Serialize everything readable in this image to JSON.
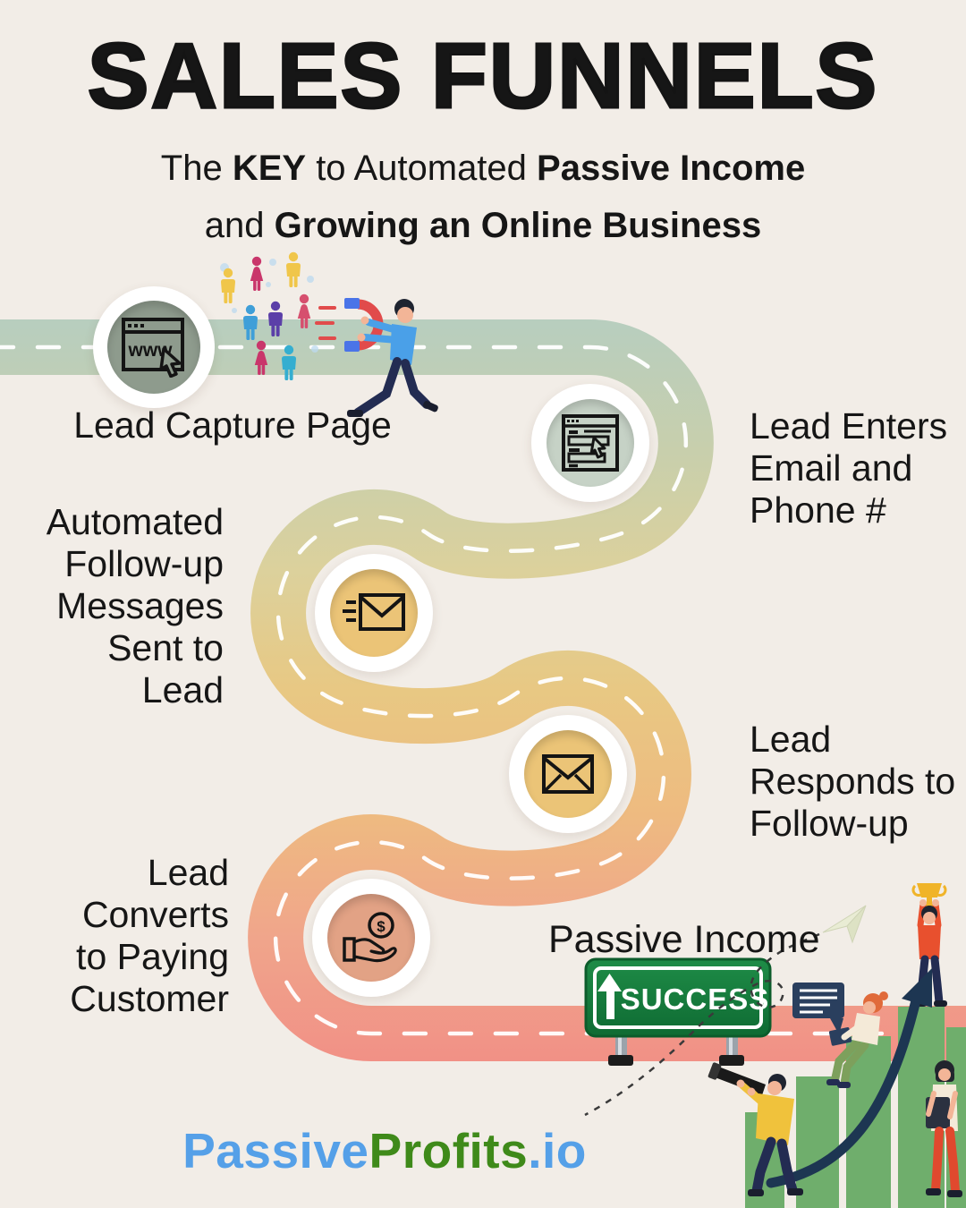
{
  "header": {
    "title": "SALES FUNNELS",
    "subtitle": {
      "l1_regular1": "The ",
      "l1_bold1": "KEY",
      "l1_regular2": " to Automated ",
      "l1_bold2": "Passive Income",
      "l2_regular1": "and ",
      "l2_bold1": "Growing an Online Business"
    }
  },
  "milestones": [
    {
      "id": "lead-capture-page",
      "icon": "www-browser-icon",
      "icon_text": "www",
      "lines": [
        "Lead Capture Page"
      ]
    },
    {
      "id": "lead-enters-info",
      "icon": "form-cursor-icon",
      "lines": [
        "Lead Enters",
        "Email and",
        "Phone #"
      ]
    },
    {
      "id": "automated-follow-up",
      "icon": "sending-email-icon",
      "lines": [
        "Automated",
        "Follow-up",
        "Messages",
        "Sent to",
        "Lead"
      ]
    },
    {
      "id": "lead-responds",
      "icon": "envelope-icon",
      "lines": [
        "Lead",
        "Responds to",
        "Follow-up"
      ]
    },
    {
      "id": "lead-converts",
      "icon": "dollar-hand-icon",
      "lines": [
        "Lead",
        "Converts",
        "to Paying",
        "Customer"
      ]
    }
  ],
  "destination": {
    "label": "Passive Income",
    "sign_text": "SUCCESS"
  },
  "footer": {
    "logo_part1": "Passive",
    "logo_part2": "Profits",
    "logo_part3": ".io"
  },
  "colors": {
    "background": "#f2ede7",
    "text": "#161616",
    "road_gradient": [
      "#b7cebf",
      "#c8cfac",
      "#dcd19c",
      "#e8c883",
      "#eebb80",
      "#f0a58b",
      "#f19086"
    ],
    "road_dash": "#ffffff",
    "circle_fills": {
      "lead_capture": "#8e9b8d",
      "lead_enters": "#c6d2c6",
      "follow_up": "#ebc477",
      "responds": "#ebc477",
      "converts": "#e2a285"
    },
    "sign_green": "#17823f",
    "logo_blue": "#55a0e8",
    "logo_green": "#3f8a1a",
    "bar_green": "#6fae6c",
    "arrow_navy": "#1d3652",
    "magnet_red": "#e14b4b",
    "magnet_blue": "#4a74e8"
  }
}
